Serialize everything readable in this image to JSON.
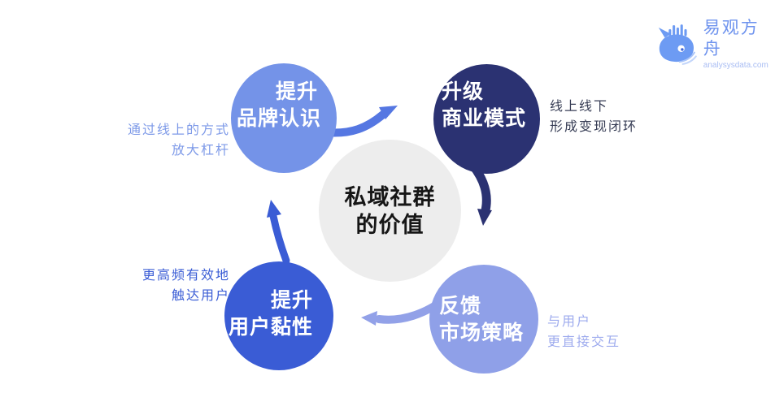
{
  "center": {
    "line1": "私域社群",
    "line2": "的价值",
    "bg_color": "#ededed",
    "text_color": "#161616"
  },
  "nodes": [
    {
      "id": "brand-awareness",
      "line1": "提升",
      "line2": "品牌认识",
      "color": "#7493e8",
      "position": "top-left"
    },
    {
      "id": "business-model",
      "line1": "升级",
      "line2": "商业模式",
      "color": "#2b3272",
      "position": "top-right"
    },
    {
      "id": "user-stickiness",
      "line1": "提升",
      "line2": "用户黏性",
      "color": "#3a5cd5",
      "position": "bottom-left"
    },
    {
      "id": "market-feedback",
      "line1": "反馈",
      "line2": "市场策略",
      "color": "#8fa0e8",
      "position": "bottom-right"
    }
  ],
  "annotations": [
    {
      "id": "brand-awareness-note",
      "line1": "通过线上的方式",
      "line2": "放大杠杆",
      "color": "#7e9ae8",
      "align": "right"
    },
    {
      "id": "business-model-note",
      "line1": "线上线下",
      "line2": "形成变现闭环",
      "color": "#373d55",
      "align": "left"
    },
    {
      "id": "user-stickiness-note",
      "line1": "更高频有效地",
      "line2": "触达用户",
      "color": "#3a5cd5",
      "align": "right"
    },
    {
      "id": "market-feedback-note",
      "line1": "与用户",
      "line2": "更直接交互",
      "color": "#9eabee",
      "align": "left"
    }
  ],
  "arrows": {
    "top": {
      "from": "brand-awareness",
      "to": "business-model",
      "color": "#5577e2"
    },
    "right": {
      "from": "business-model",
      "to": "market-feedback",
      "color": "#2b3272"
    },
    "bottom": {
      "from": "market-feedback",
      "to": "user-stickiness",
      "color": "#92a1e8"
    },
    "left": {
      "from": "user-stickiness",
      "to": "brand-awareness",
      "color": "#3a5cd5"
    }
  },
  "logo": {
    "icon": "whale-chart-icon",
    "brand": "易观方舟",
    "domain": "analysysdata.com",
    "icon_color": "#6d9bf3",
    "brand_color": "#6e93ee",
    "domain_color": "#a9bdf3"
  }
}
